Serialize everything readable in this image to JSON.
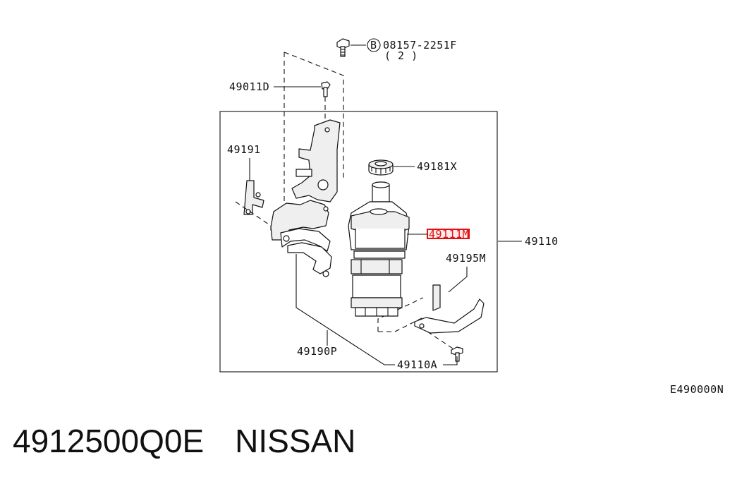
{
  "diagram": {
    "labels": {
      "bolt_code": "08157-2251F",
      "bolt_qty": "( 2 )",
      "bolt_marker": "B",
      "p49011D": "49011D",
      "p49191": "49191",
      "p49181X": "49181X",
      "p49111M": "49111M",
      "p49110": "49110",
      "p49195M": "49195M",
      "p49190P": "49190P",
      "p49110A": "49110A",
      "ref_code": "E490000N"
    },
    "highlight_color": "#e01010"
  },
  "footer": {
    "part_number": "4912500Q0E",
    "brand": "NISSAN"
  }
}
